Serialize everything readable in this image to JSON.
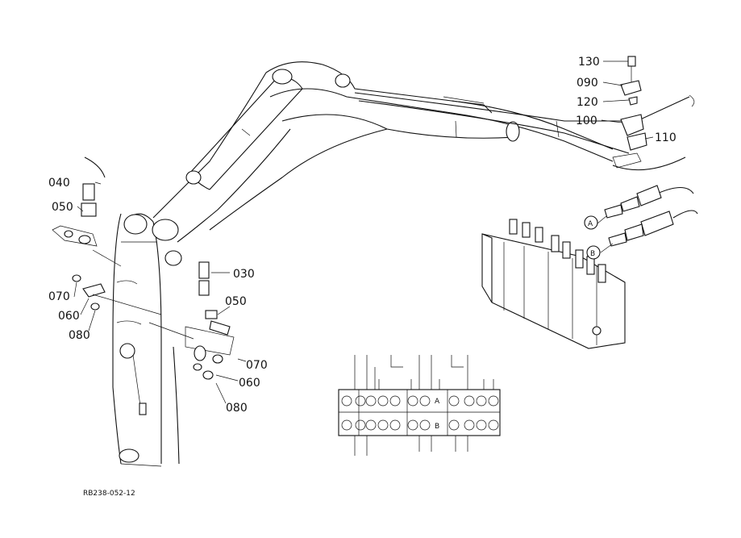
{
  "diagram": {
    "caption": "RB238-052-12",
    "part_labels": {
      "p030": "030",
      "p040": "040",
      "p050_left": "050",
      "p050_right": "050",
      "p060_left": "060",
      "p060_right": "060",
      "p070_left": "070",
      "p070_right": "070",
      "p080_left": "080",
      "p080_right": "080",
      "p090": "090",
      "p100": "100",
      "p110": "110",
      "p120": "120",
      "p130": "130"
    },
    "port_labels": {
      "a": "A",
      "b": "B"
    },
    "schematic_labels": {
      "a": "A",
      "b": "B"
    }
  }
}
